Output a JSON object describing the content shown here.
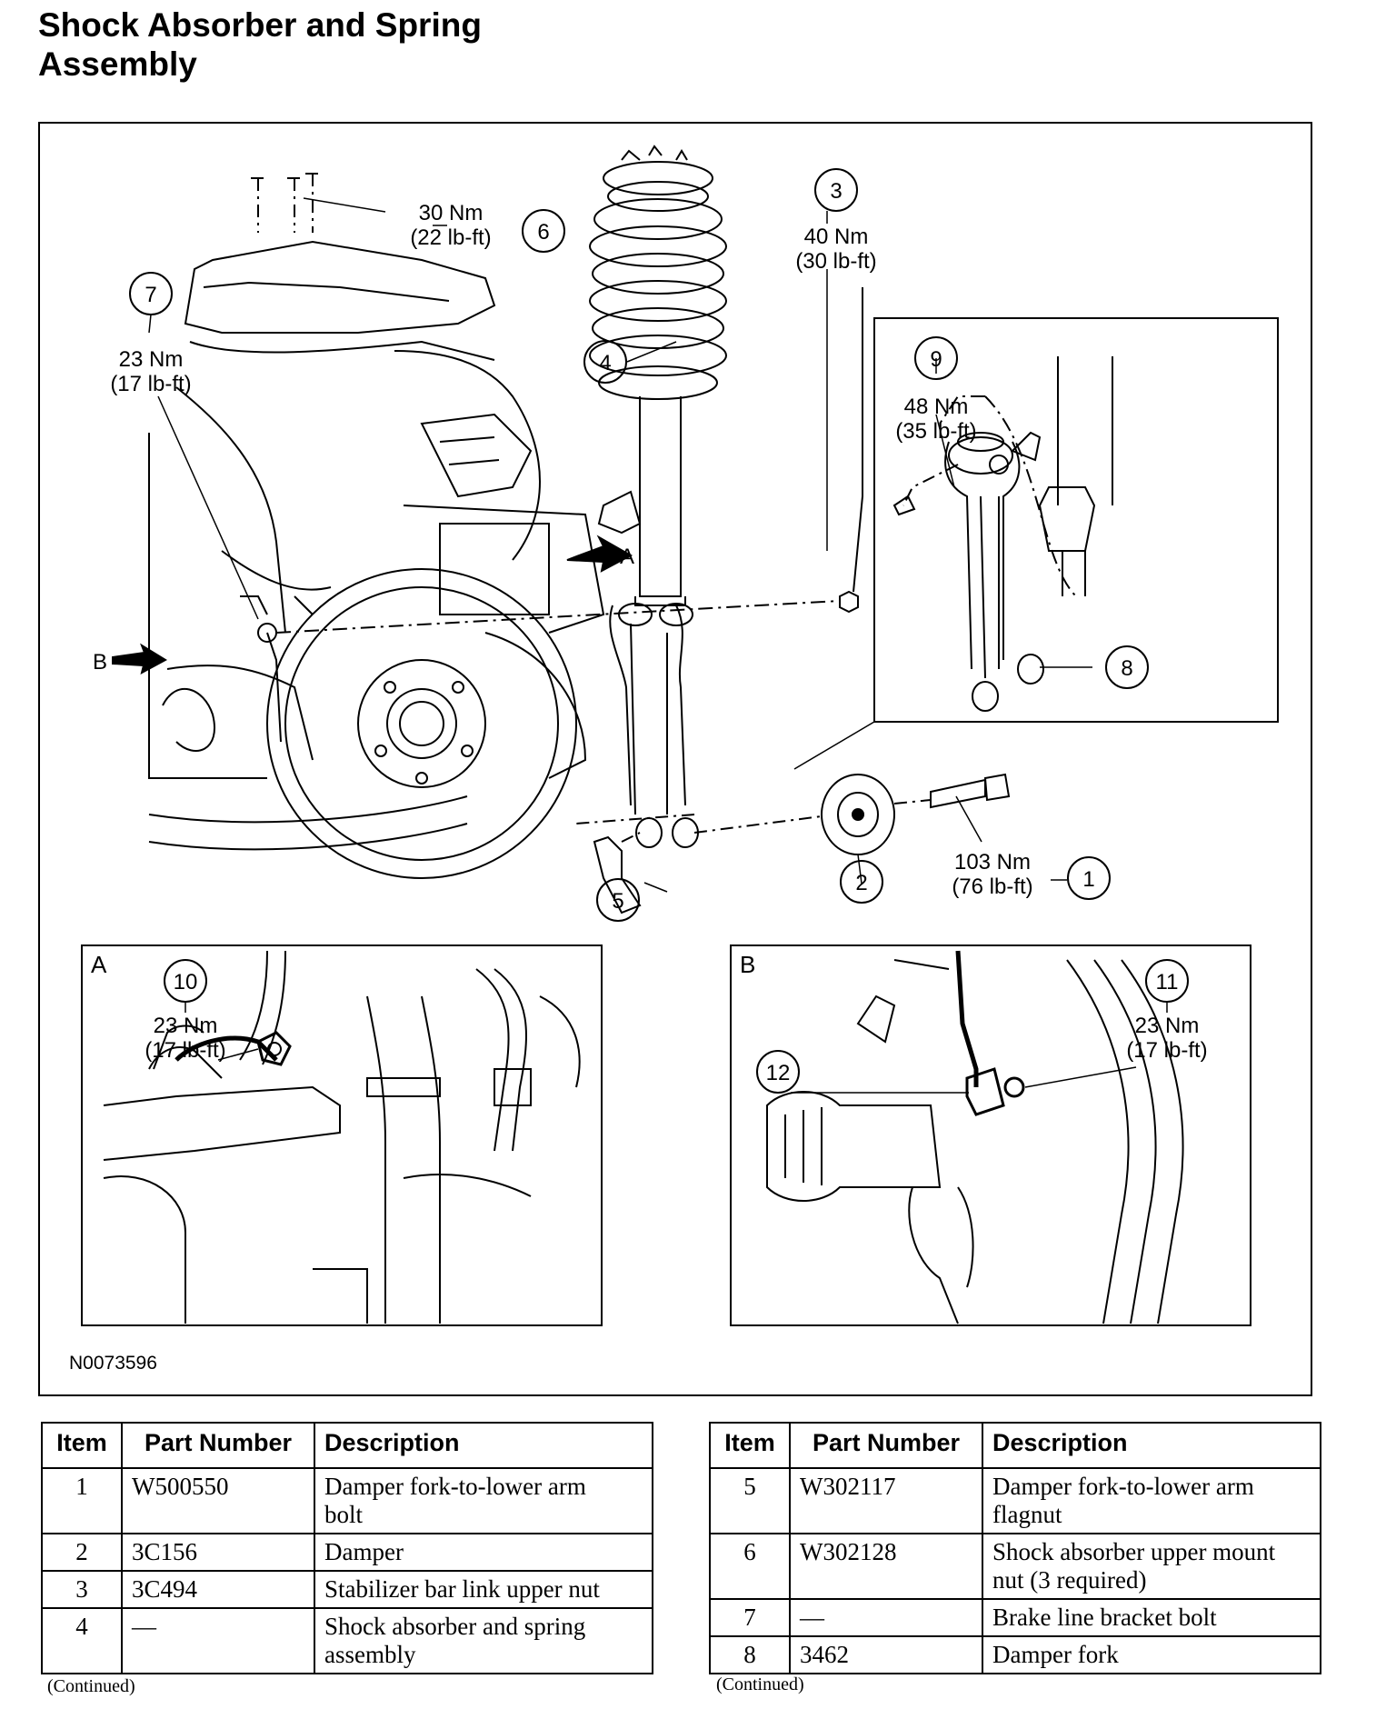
{
  "page": {
    "title_line1": "Shock Absorber and Spring",
    "title_line2": "Assembly",
    "figure_id": "N0073596"
  },
  "callouts": [
    {
      "n": "1",
      "torque_nm": "103 Nm",
      "torque_lbft": "(76 lb-ft)"
    },
    {
      "n": "2"
    },
    {
      "n": "3",
      "torque_nm": "40 Nm",
      "torque_lbft": "(30 lb-ft)"
    },
    {
      "n": "4"
    },
    {
      "n": "5"
    },
    {
      "n": "6",
      "torque_nm": "30 Nm",
      "torque_lbft": "(22 lb-ft)"
    },
    {
      "n": "7",
      "torque_nm": "23 Nm",
      "torque_lbft": "(17 lb-ft)"
    },
    {
      "n": "8"
    },
    {
      "n": "9",
      "torque_nm": "48 Nm",
      "torque_lbft": "(35 lb-ft)"
    },
    {
      "n": "10",
      "torque_nm": "23 Nm",
      "torque_lbft": "(17 lb-ft)"
    },
    {
      "n": "11",
      "torque_nm": "23 Nm",
      "torque_lbft": "(17 lb-ft)"
    },
    {
      "n": "12"
    }
  ],
  "view_labels": {
    "a": "A",
    "b": "B"
  },
  "table_headers": {
    "item": "Item",
    "part": "Part Number",
    "desc": "Description"
  },
  "table_left": [
    {
      "item": "1",
      "part": "W500550",
      "desc_1": "Damper fork-to-lower arm",
      "desc_2": "bolt"
    },
    {
      "item": "2",
      "part": "3C156",
      "desc_1": "Damper",
      "desc_2": ""
    },
    {
      "item": "3",
      "part": "3C494",
      "desc_1": "Stabilizer bar link upper nut",
      "desc_2": ""
    },
    {
      "item": "4",
      "part": "—",
      "desc_1": "Shock absorber and spring",
      "desc_2": "assembly"
    }
  ],
  "table_right": [
    {
      "item": "5",
      "part": "W302117",
      "desc_1": "Damper fork-to-lower arm",
      "desc_2": "flagnut"
    },
    {
      "item": "6",
      "part": "W302128",
      "desc_1": "Shock absorber upper mount",
      "desc_2": "nut (3 required)"
    },
    {
      "item": "7",
      "part": "—",
      "desc_1": "Brake line bracket bolt",
      "desc_2": ""
    },
    {
      "item": "8",
      "part": "3462",
      "desc_1": "Damper fork",
      "desc_2": ""
    }
  ],
  "continued": "(Continued)"
}
